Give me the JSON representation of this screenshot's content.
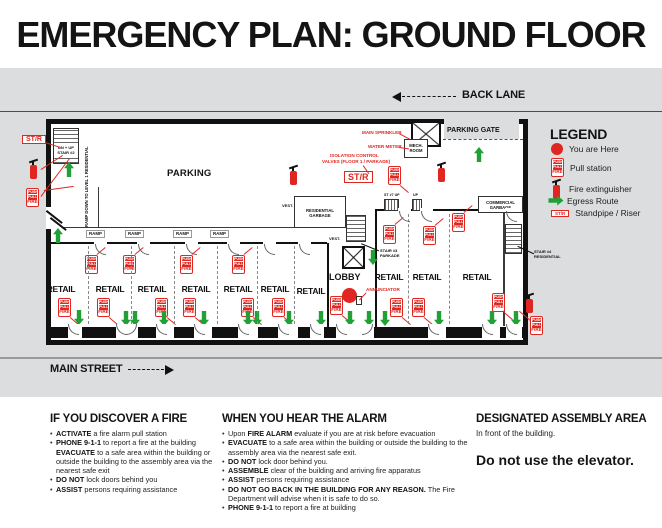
{
  "title": "EMERGENCY PLAN: GROUND FLOOR",
  "streets": {
    "back_lane": "BACK LANE",
    "main_street": "MAIN STREET"
  },
  "colors": {
    "red": "#e02620",
    "green": "#21a038",
    "plan_bg": "#dcdddf"
  },
  "pull_station": {
    "lines": [
      "PUSH",
      "PULL",
      "FIRE"
    ]
  },
  "plan": {
    "rooms": {
      "parking": "PARKING",
      "lobby": "LOBBY",
      "retail": "RETAIL",
      "vestibule": "VEST.",
      "residential_garbage": "RESIDENTIAL GARBAGE",
      "commercial_garbage": "COMMERCIAL GARBAGE",
      "mech_room": "MECH. ROOM",
      "parking_gate": "PARKING GATE"
    },
    "labels": {
      "str": "ST/R",
      "stair2": "DN + UP STAIR #2",
      "stair3": "STAIR #3 PARKADE",
      "stair4": "STAIR #4 RESIDENTIAL",
      "st7": "ST #7 UP",
      "up": "UP",
      "ramp": "RAMP",
      "ramp_down": "RAMP DOWN TO LEVEL 1 RESIDENTIAL",
      "main_sprinkler": "MAIN SPRINKLER",
      "water_meter": "WATER METER",
      "isolation_line1": "ISOLATION CONTROL",
      "isolation_line2": "VALVES (FLOOR 1 / PARKADE)",
      "annunciator": "ANNUNCIATOR"
    }
  },
  "legend": {
    "heading": "LEGEND",
    "items": [
      {
        "icon": "you-are-here-dot-icon",
        "label": "You are Here"
      },
      {
        "icon": "pull-station-icon",
        "label": "Pull station"
      },
      {
        "icon": "fire-extinguisher-icon",
        "label": "Fire extinguisher"
      },
      {
        "icon": "egress-route-arrow-icon",
        "label": "Egress Route"
      },
      {
        "icon": "standpipe-riser-icon",
        "label": "Standpipe / Riser"
      }
    ]
  },
  "sections": [
    {
      "heading": "IF YOU DISCOVER A FIRE",
      "bullets": [
        [
          [
            "ACTIVATE",
            1
          ],
          [
            " a fire alarm  pull station",
            0
          ]
        ],
        [
          [
            "PHONE 9-1-1",
            1
          ],
          [
            " to report a fire at the building ",
            0
          ],
          [
            "EVACUATE",
            1
          ],
          [
            " to a safe area within the building or outside the building to the assembly area via the nearest safe exit",
            0
          ]
        ],
        [
          [
            "DO NOT",
            1
          ],
          [
            " lock doors behind you",
            0
          ]
        ],
        [
          [
            "ASSIST",
            1
          ],
          [
            " persons requiring assistance",
            0
          ]
        ]
      ]
    },
    {
      "heading": "WHEN YOU HEAR THE ALARM",
      "bullets": [
        [
          [
            "Upon ",
            0
          ],
          [
            "FIRE ALARM",
            1
          ],
          [
            " evaluate if you are at risk before evacuation",
            0
          ]
        ],
        [
          [
            "EVACUATE",
            1
          ],
          [
            " to a safe area within the building or outside the building to the assembly area via the nearest safe exit.",
            0
          ]
        ],
        [
          [
            "DO NOT",
            1
          ],
          [
            " lock door behind you.",
            0
          ]
        ],
        [
          [
            "ASSEMBLE",
            1
          ],
          [
            " clear of the building and arriving fire apparatus",
            0
          ]
        ],
        [
          [
            "ASSIST",
            1
          ],
          [
            " persons requiring assistance",
            0
          ]
        ],
        [
          [
            "DO NOT GO BACK IN THE BUILDING FOR ANY REASON.",
            1
          ],
          [
            " The Fire Department will advise when it is safe to do so.",
            0
          ]
        ],
        [
          [
            "PHONE 9-1-1",
            1
          ],
          [
            " to report a fire at building",
            0
          ]
        ]
      ]
    }
  ],
  "assembly": {
    "heading": "DESIGNATED ASSEMBLY AREA",
    "line1": "In front of the building.",
    "line2": "Do not use the elevator."
  }
}
